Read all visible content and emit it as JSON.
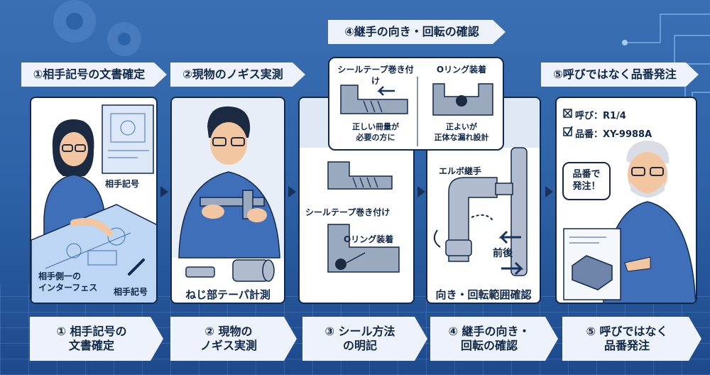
{
  "top_arrows": [
    {
      "label": "①相手記号の文書確定"
    },
    {
      "label": "②現物のノギス実測"
    },
    {
      "label": "④継手の向き・回転の確認"
    },
    {
      "label": "⑤呼びではなく品番発注"
    }
  ],
  "panel1": {
    "label_a": "相手記号",
    "label_b": "相手側一の\nインターフェス",
    "label_c": "相手記号"
  },
  "panel2": {
    "caption": "ねじ部テーパ計測"
  },
  "popup": {
    "left_title": "シールテープ巻き付け",
    "left_note": "正しい冊量が\n必要の方に",
    "right_title": "Oリング装着",
    "right_note": "正よいが\n正体な漏れ設計"
  },
  "panel3": {
    "label_tape": "シールテープ巻き付け",
    "label_oring": "Oリング装着"
  },
  "panel4": {
    "label_elbow": "エルボ継手",
    "label_dir": "前後",
    "caption": "向き・回転範囲確認"
  },
  "panel5": {
    "check1": "呼び：R1/4",
    "check2": "品番：XY-9988A",
    "speech": "品番で\n発注！"
  },
  "bottom_arrows": [
    {
      "label": "① 相手記号の\n文書確定"
    },
    {
      "label": "② 現物の\nノギス実測"
    },
    {
      "label": "③ シール方法\nの明記"
    },
    {
      "label": "④ 継手の向き・\n回転の確認"
    },
    {
      "label": "⑤ 呼びではなく\n品番発注"
    }
  ],
  "colors": {
    "background": "#2f63a8",
    "panel": "#ffffff",
    "outline": "#10294d",
    "shirt": "#3f6fb8",
    "metal": "#9aa9bd"
  }
}
